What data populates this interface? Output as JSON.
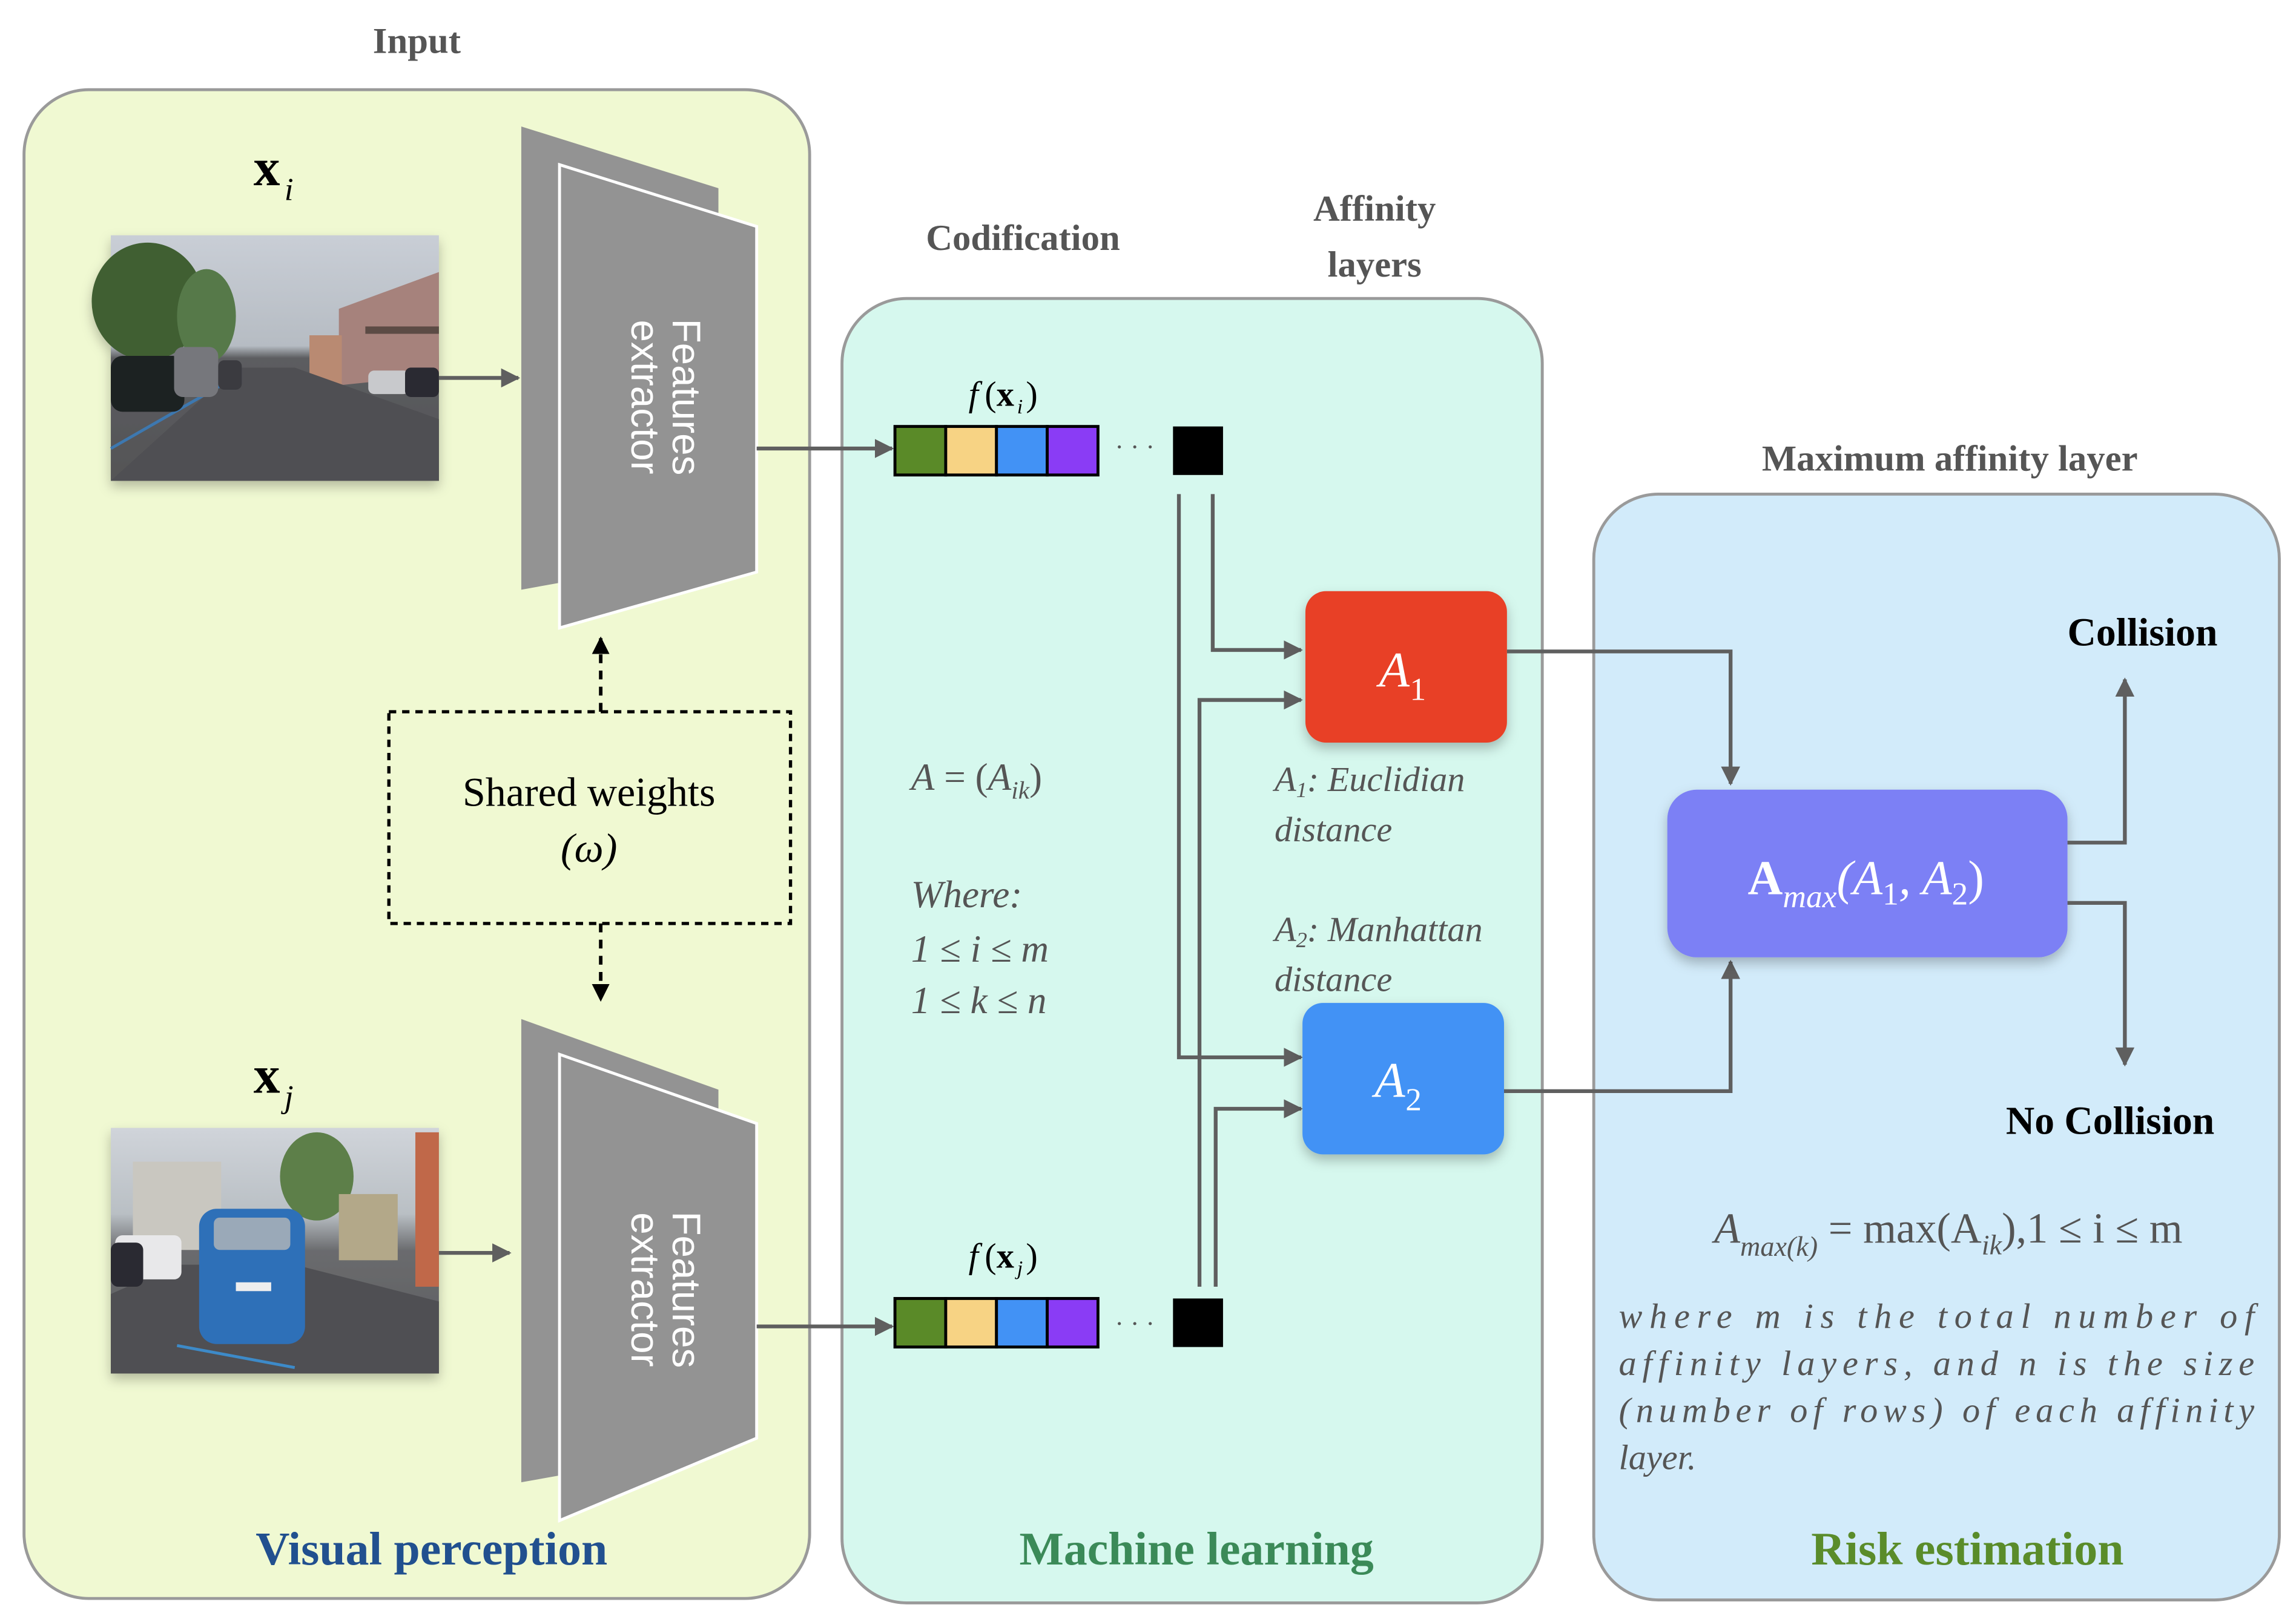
{
  "headers": {
    "input": "Input",
    "codification": "Codification",
    "affinity_line1": "Affinity",
    "affinity_line2": "layers",
    "max_affinity": "Maximum affinity layer"
  },
  "panels": {
    "visual_perception": {
      "title": "Visual perception",
      "title_color": "#21508f",
      "bg": "#f0f9d2"
    },
    "machine_learning": {
      "title": "Machine learning",
      "title_color": "#3b8a58",
      "bg": "#d6f8ee"
    },
    "risk_estimation": {
      "title": "Risk estimation",
      "title_color": "#5a8c2a",
      "bg": "#d2ebfa"
    }
  },
  "inputs": {
    "xi": {
      "symbol": "x",
      "subscript": "i",
      "image": "street-scene-parked-cars"
    },
    "xj": {
      "symbol": "x",
      "subscript": "j",
      "image": "street-scene-blue-car"
    }
  },
  "extractor": {
    "line1": "Features",
    "line2": "extractor"
  },
  "shared_weights": {
    "line1": "Shared weights",
    "line2": "(ω)"
  },
  "codification": {
    "fxi": {
      "f": "f",
      "x": "x",
      "sub": "i"
    },
    "fxj": {
      "f": "f",
      "x": "x",
      "sub": "j"
    },
    "cells": [
      "#5a8a28",
      "#f7d384",
      "#4292f5",
      "#8a3cf5"
    ],
    "last_cell": "#000000",
    "ellipsis": "· · ·"
  },
  "affinity_matrix": {
    "lhs": "A",
    "eq": "=",
    "rhs_base": "A",
    "rhs_sub": "ik",
    "where_label": "Where:",
    "cond1": "1 ≤ i ≤ m",
    "cond2": "1 ≤ k ≤ n"
  },
  "affinity_layers": [
    {
      "symbol": "A",
      "sub": "1",
      "color": "#e84128",
      "desc_sym": "A",
      "desc_sub": "1",
      "desc_line1": ": Euclidian",
      "desc_line2": "distance"
    },
    {
      "symbol": "A",
      "sub": "2",
      "color": "#4292f5",
      "desc_sym": "A",
      "desc_sub": "2",
      "desc_line1": ": Manhattan",
      "desc_line2": "distance"
    }
  ],
  "max_layer": {
    "bold": "A",
    "sub": "max",
    "args": "(A",
    "a1sub": "1",
    "comma": ", A",
    "a2sub": "2",
    "close": ")",
    "color": "#7c80f5"
  },
  "outputs": {
    "collision": "Collision",
    "no_collision": "No Collision"
  },
  "formula": {
    "lhs": "A",
    "lhs_sub": "max(k)",
    "mid": " = max(A",
    "mid_sub": "ik",
    "rhs": "),1 ≤ i ≤ m"
  },
  "explanation": [
    "where m is the total number of",
    "affinity layers, and n is the size",
    "(number of rows) of each affinity",
    "layer."
  ]
}
